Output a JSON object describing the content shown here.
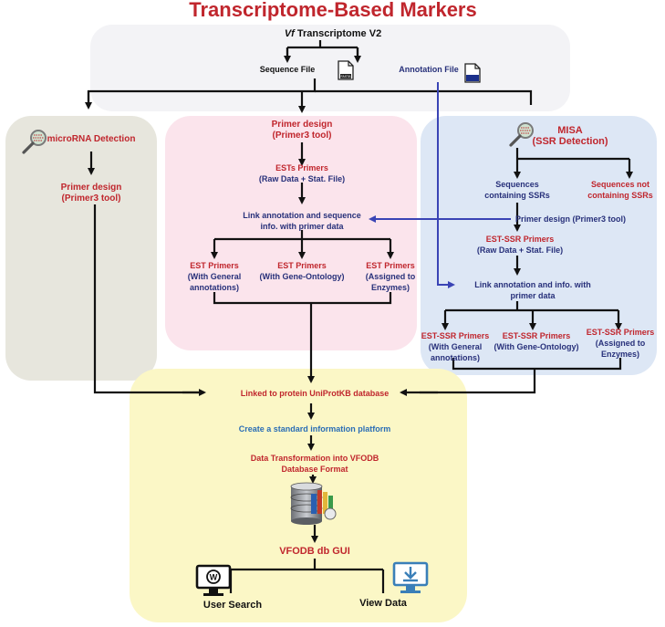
{
  "title": "Transcriptome-Based Markers",
  "top": {
    "heading_italic": "Vf",
    "heading_rest": " Transcriptome V2",
    "sequence_file": "Sequence File",
    "annotation_file": "Annotation File"
  },
  "left_panel": {
    "detection": "microRNA Detection",
    "primer_line1": "Primer design",
    "primer_line2": "(Primer3 tool)"
  },
  "middle_panel": {
    "primer_line1": "Primer design",
    "primer_line2": "(Primer3 tool)",
    "ests_line1": "ESTs Primers",
    "ests_line2": "(Raw Data  + Stat. File)",
    "link_line1": "Link annotation and sequence",
    "link_line2": "info. with  primer data",
    "out1_line1": "EST Primers",
    "out1_line2": "(With General",
    "out1_line3": "annotations)",
    "out2_line1": "EST Primers",
    "out2_line2": "(With Gene-Ontology)",
    "out3_line1": "EST Primers",
    "out3_line2": "(Assigned to",
    "out3_line3": "Enzymes)"
  },
  "right_panel": {
    "misa": "MISA",
    "misa_sub": "(SSR Detection)",
    "seq_ssr_line1": "Sequences",
    "seq_ssr_line2": "containing SSRs",
    "seq_nossr_line1": "Sequences not",
    "seq_nossr_line2": "containing SSRs",
    "primer_design": "Primer design (Primer3 tool)",
    "estssr_line1": "EST-SSR Primers",
    "estssr_line2": "(Raw Data  + Stat. File)",
    "link_line1": "Link annotation and info. with",
    "link_line2": "primer data",
    "out1_line1": "EST-SSR Primers",
    "out1_line2": "(With General",
    "out1_line3": "annotations)",
    "out2_line1": "EST-SSR Primers",
    "out2_line2": "(With Gene-Ontology)",
    "out3_line1": "EST-SSR Primers",
    "out3_line2": "(Assigned to",
    "out3_line3": "Enzymes)"
  },
  "bottom_panel": {
    "uniprot": "Linked to protein UniProtKB database",
    "platform": "Create a standard information platform",
    "transform_line1": "Data Transformation into VFODB",
    "transform_line2": "Database Format",
    "gui": "VFODB db GUI",
    "user_search": "User Search",
    "view_data": "View Data",
    "www_glyph": "W",
    "file_badge": "FASTA"
  },
  "colors": {
    "title_red": "#c0262d",
    "navy": "#27307a",
    "blue_link": "#3a44b5",
    "top_panel": "#f3f3f6",
    "left_panel": "#e7e6dd",
    "middle_panel": "#fbe4ec",
    "right_panel": "#dde7f5",
    "bottom_panel": "#fbf7c6"
  },
  "icons": [
    "file-icon",
    "annotation-file-icon",
    "magnifier-icon",
    "database-icon",
    "monitor-search-icon",
    "monitor-download-icon"
  ]
}
